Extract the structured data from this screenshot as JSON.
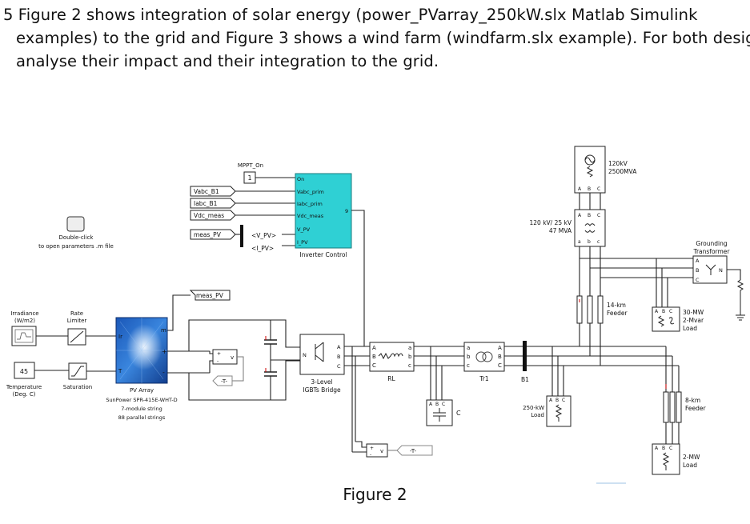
{
  "question": {
    "line1": "5  Figure  2  shows  integration  of  solar  energy  (power_PVarray_250kW.slx  Matlab  Simulink",
    "line2": "examples) to the grid and Figure 3 shows a wind farm (windfarm.slx example). For both designs",
    "line3": "analyse their impact and their integration to the grid."
  },
  "caption": "Figure 2",
  "diagram": {
    "params_block": {
      "line1": "Double-click",
      "line2": "to open parameters .m file"
    },
    "mppt": {
      "label": "MPPT_On",
      "value": "1"
    },
    "goto_tags": {
      "vabc": "Vabc_B1",
      "iabc": "Iabc_B1",
      "vdc": "Vdc_meas",
      "meas": "meas_PV"
    },
    "bus_selector": {
      "out1": "<V_PV>",
      "out2": "<I_PV>"
    },
    "inverter_control": {
      "title": "Inverter Control",
      "ports": [
        "On",
        "Vabc_prim",
        "Iabc_prim",
        "Vdc_meas",
        "V_PV",
        "I_PV"
      ],
      "out_port": "9"
    },
    "meas_tag": "meas_PV",
    "irradiance": {
      "label1": "Irradiance",
      "label2": "(W/m2)"
    },
    "rate_limiter": {
      "label1": "Rate",
      "label2": "Limiter"
    },
    "temperature": {
      "value": "45",
      "label1": "Temperature",
      "label2": "(Deg. C)"
    },
    "saturation": {
      "label": "Saturation"
    },
    "pv_array": {
      "title": "PV Array",
      "line1": "SunPower SPR-415E-WHT-D",
      "line2": "7-module string",
      "line3": "88 parallel strings",
      "port_m": "m",
      "port_plus": "+",
      "port_minus": "-",
      "port_ir": "Ir",
      "port_t": "T"
    },
    "vm_label": "v",
    "t_tag": "-T-",
    "bridge": {
      "label1": "3-Level",
      "label2": "IGBTs Bridge",
      "port_n": "N",
      "ports": [
        "A",
        "B",
        "C"
      ]
    },
    "rl": {
      "label": "RL",
      "in": [
        "A",
        "B",
        "C"
      ],
      "out": [
        "a",
        "b",
        "c"
      ]
    },
    "tr1": {
      "label": "Tr1",
      "in": [
        "a",
        "b",
        "c"
      ],
      "out": [
        "A",
        "B",
        "C"
      ]
    },
    "capacitor": {
      "label": "C",
      "ports": [
        "A",
        "B",
        "C"
      ]
    },
    "b1": "B1",
    "load_250": {
      "line1": "250-kW",
      "line2": "Load",
      "ports": [
        "A",
        "B",
        "C"
      ]
    },
    "source": {
      "line1": "120kV",
      "line2": "2500MVA",
      "ports": [
        "A",
        "B",
        "C"
      ]
    },
    "transformer_main": {
      "line1": "120 kV/ 25 kV",
      "line2": "47 MVA"
    },
    "grounding": {
      "line1": "Grounding",
      "line2": "Transformer",
      "ports": [
        "A",
        "B",
        "C"
      ],
      "port_n": "N"
    },
    "feeder14": {
      "line1": "14-km",
      "line2": "Feeder"
    },
    "load30": {
      "line1": "30-MW",
      "line2": "2-Mvar",
      "line3": "Load",
      "ports": [
        "A",
        "B",
        "C"
      ]
    },
    "feeder8": {
      "line1": "8-km",
      "line2": "Feeder"
    },
    "load2": {
      "line1": "2-MW",
      "line2": "Load",
      "ports": [
        "A",
        "B",
        "C"
      ]
    }
  }
}
